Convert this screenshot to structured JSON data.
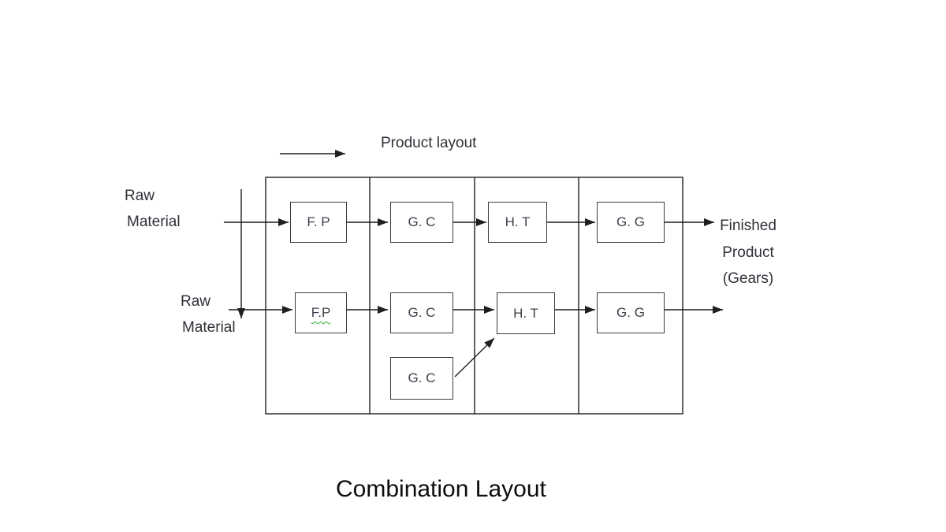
{
  "legend": {
    "label": "Product layout"
  },
  "inputs": {
    "raw1": {
      "line1": "Raw",
      "line2": "Material"
    },
    "raw2": {
      "line1": "Raw",
      "line2": "Material"
    }
  },
  "output": {
    "line1": "Finished",
    "line2": "Product",
    "line3": "(Gears)"
  },
  "boxes": {
    "row1": [
      "F. P",
      "G. C",
      "H. T",
      "G. G"
    ],
    "row2": [
      "F.P",
      "G. C",
      "H. T",
      "G. G"
    ],
    "row3": [
      "G. C"
    ]
  },
  "title": "Combination Layout",
  "colors": {
    "line": "#1f1f1f",
    "box_border": "#3b3b3b",
    "diagram_text": "#2e3138",
    "box_text": "#3c414b",
    "title_text": "#0d0d0d",
    "squiggle": "#2eae2e"
  }
}
